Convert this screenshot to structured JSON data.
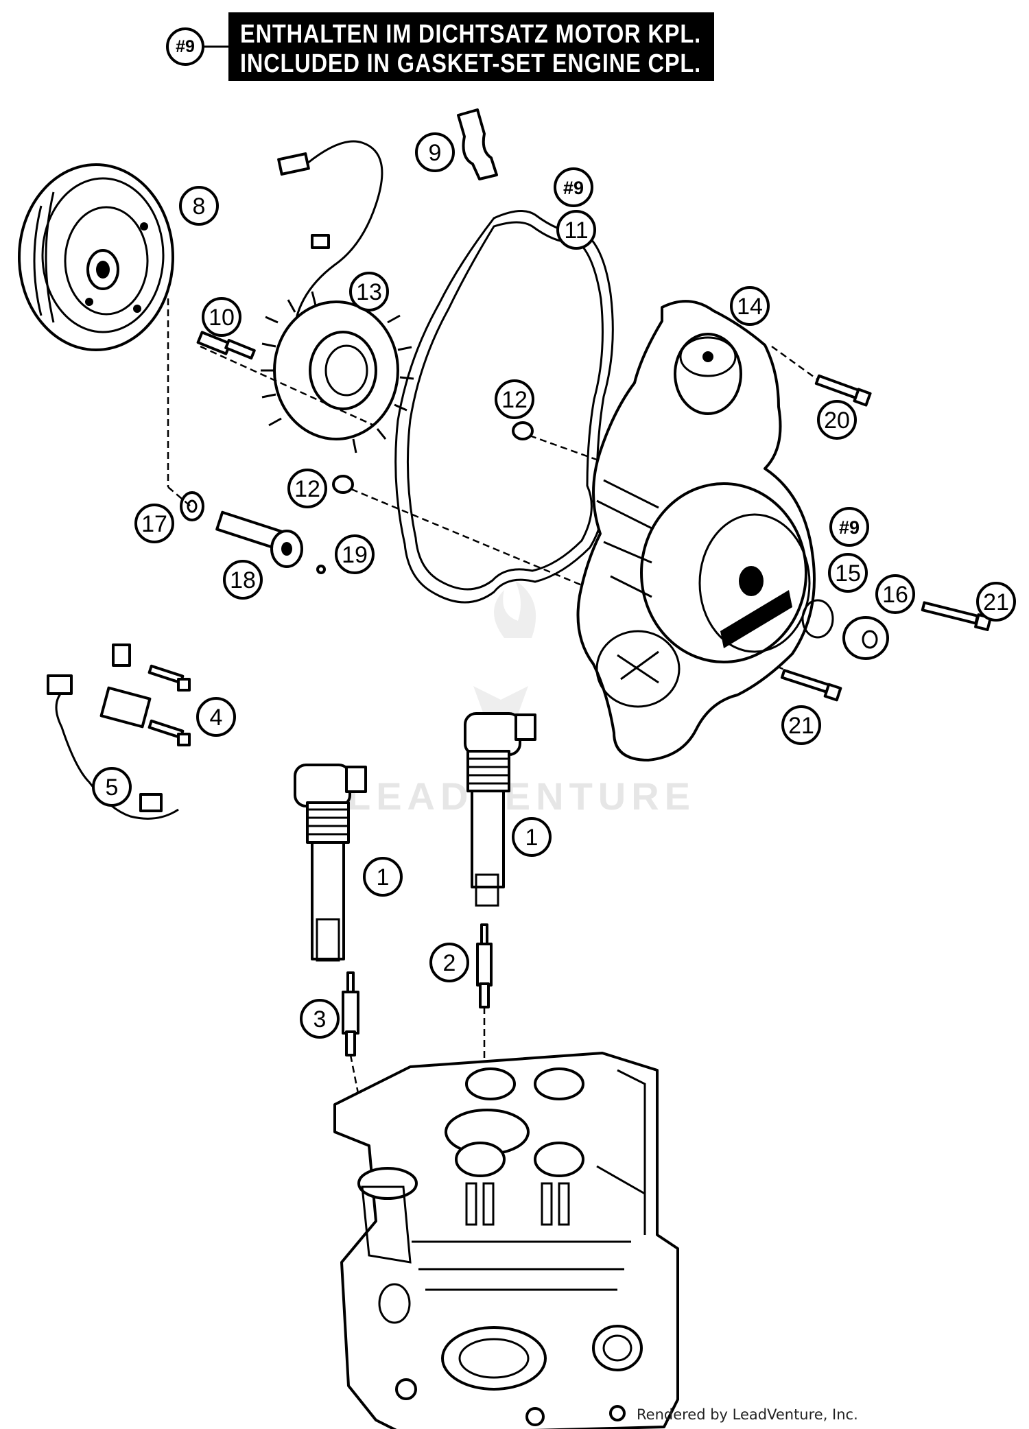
{
  "legend": {
    "tag": "#9",
    "line_de": "ENTHALTEN IM DICHTSATZ MOTOR KPL.",
    "line_en": "INCLUDED IN GASKET-SET ENGINE CPL."
  },
  "callouts": [
    {
      "id": "c8",
      "label": "8"
    },
    {
      "id": "c9",
      "label": "9"
    },
    {
      "id": "c9b",
      "label": "#9"
    },
    {
      "id": "c11",
      "label": "11"
    },
    {
      "id": "c13",
      "label": "13"
    },
    {
      "id": "c10",
      "label": "10"
    },
    {
      "id": "c14",
      "label": "14"
    },
    {
      "id": "c12a",
      "label": "12"
    },
    {
      "id": "c20",
      "label": "20"
    },
    {
      "id": "c12b",
      "label": "12"
    },
    {
      "id": "c17",
      "label": "17"
    },
    {
      "id": "c9c",
      "label": "#9"
    },
    {
      "id": "c15",
      "label": "15"
    },
    {
      "id": "c19",
      "label": "19"
    },
    {
      "id": "c18",
      "label": "18"
    },
    {
      "id": "c16",
      "label": "16"
    },
    {
      "id": "c21a",
      "label": "21"
    },
    {
      "id": "c4",
      "label": "4"
    },
    {
      "id": "c21b",
      "label": "21"
    },
    {
      "id": "c5",
      "label": "5"
    },
    {
      "id": "c1a",
      "label": "1"
    },
    {
      "id": "c1b",
      "label": "1"
    },
    {
      "id": "c2",
      "label": "2"
    },
    {
      "id": "c3",
      "label": "3"
    }
  ],
  "watermark": "LEADVENTURE",
  "credit": "Rendered by LeadVenture, Inc."
}
